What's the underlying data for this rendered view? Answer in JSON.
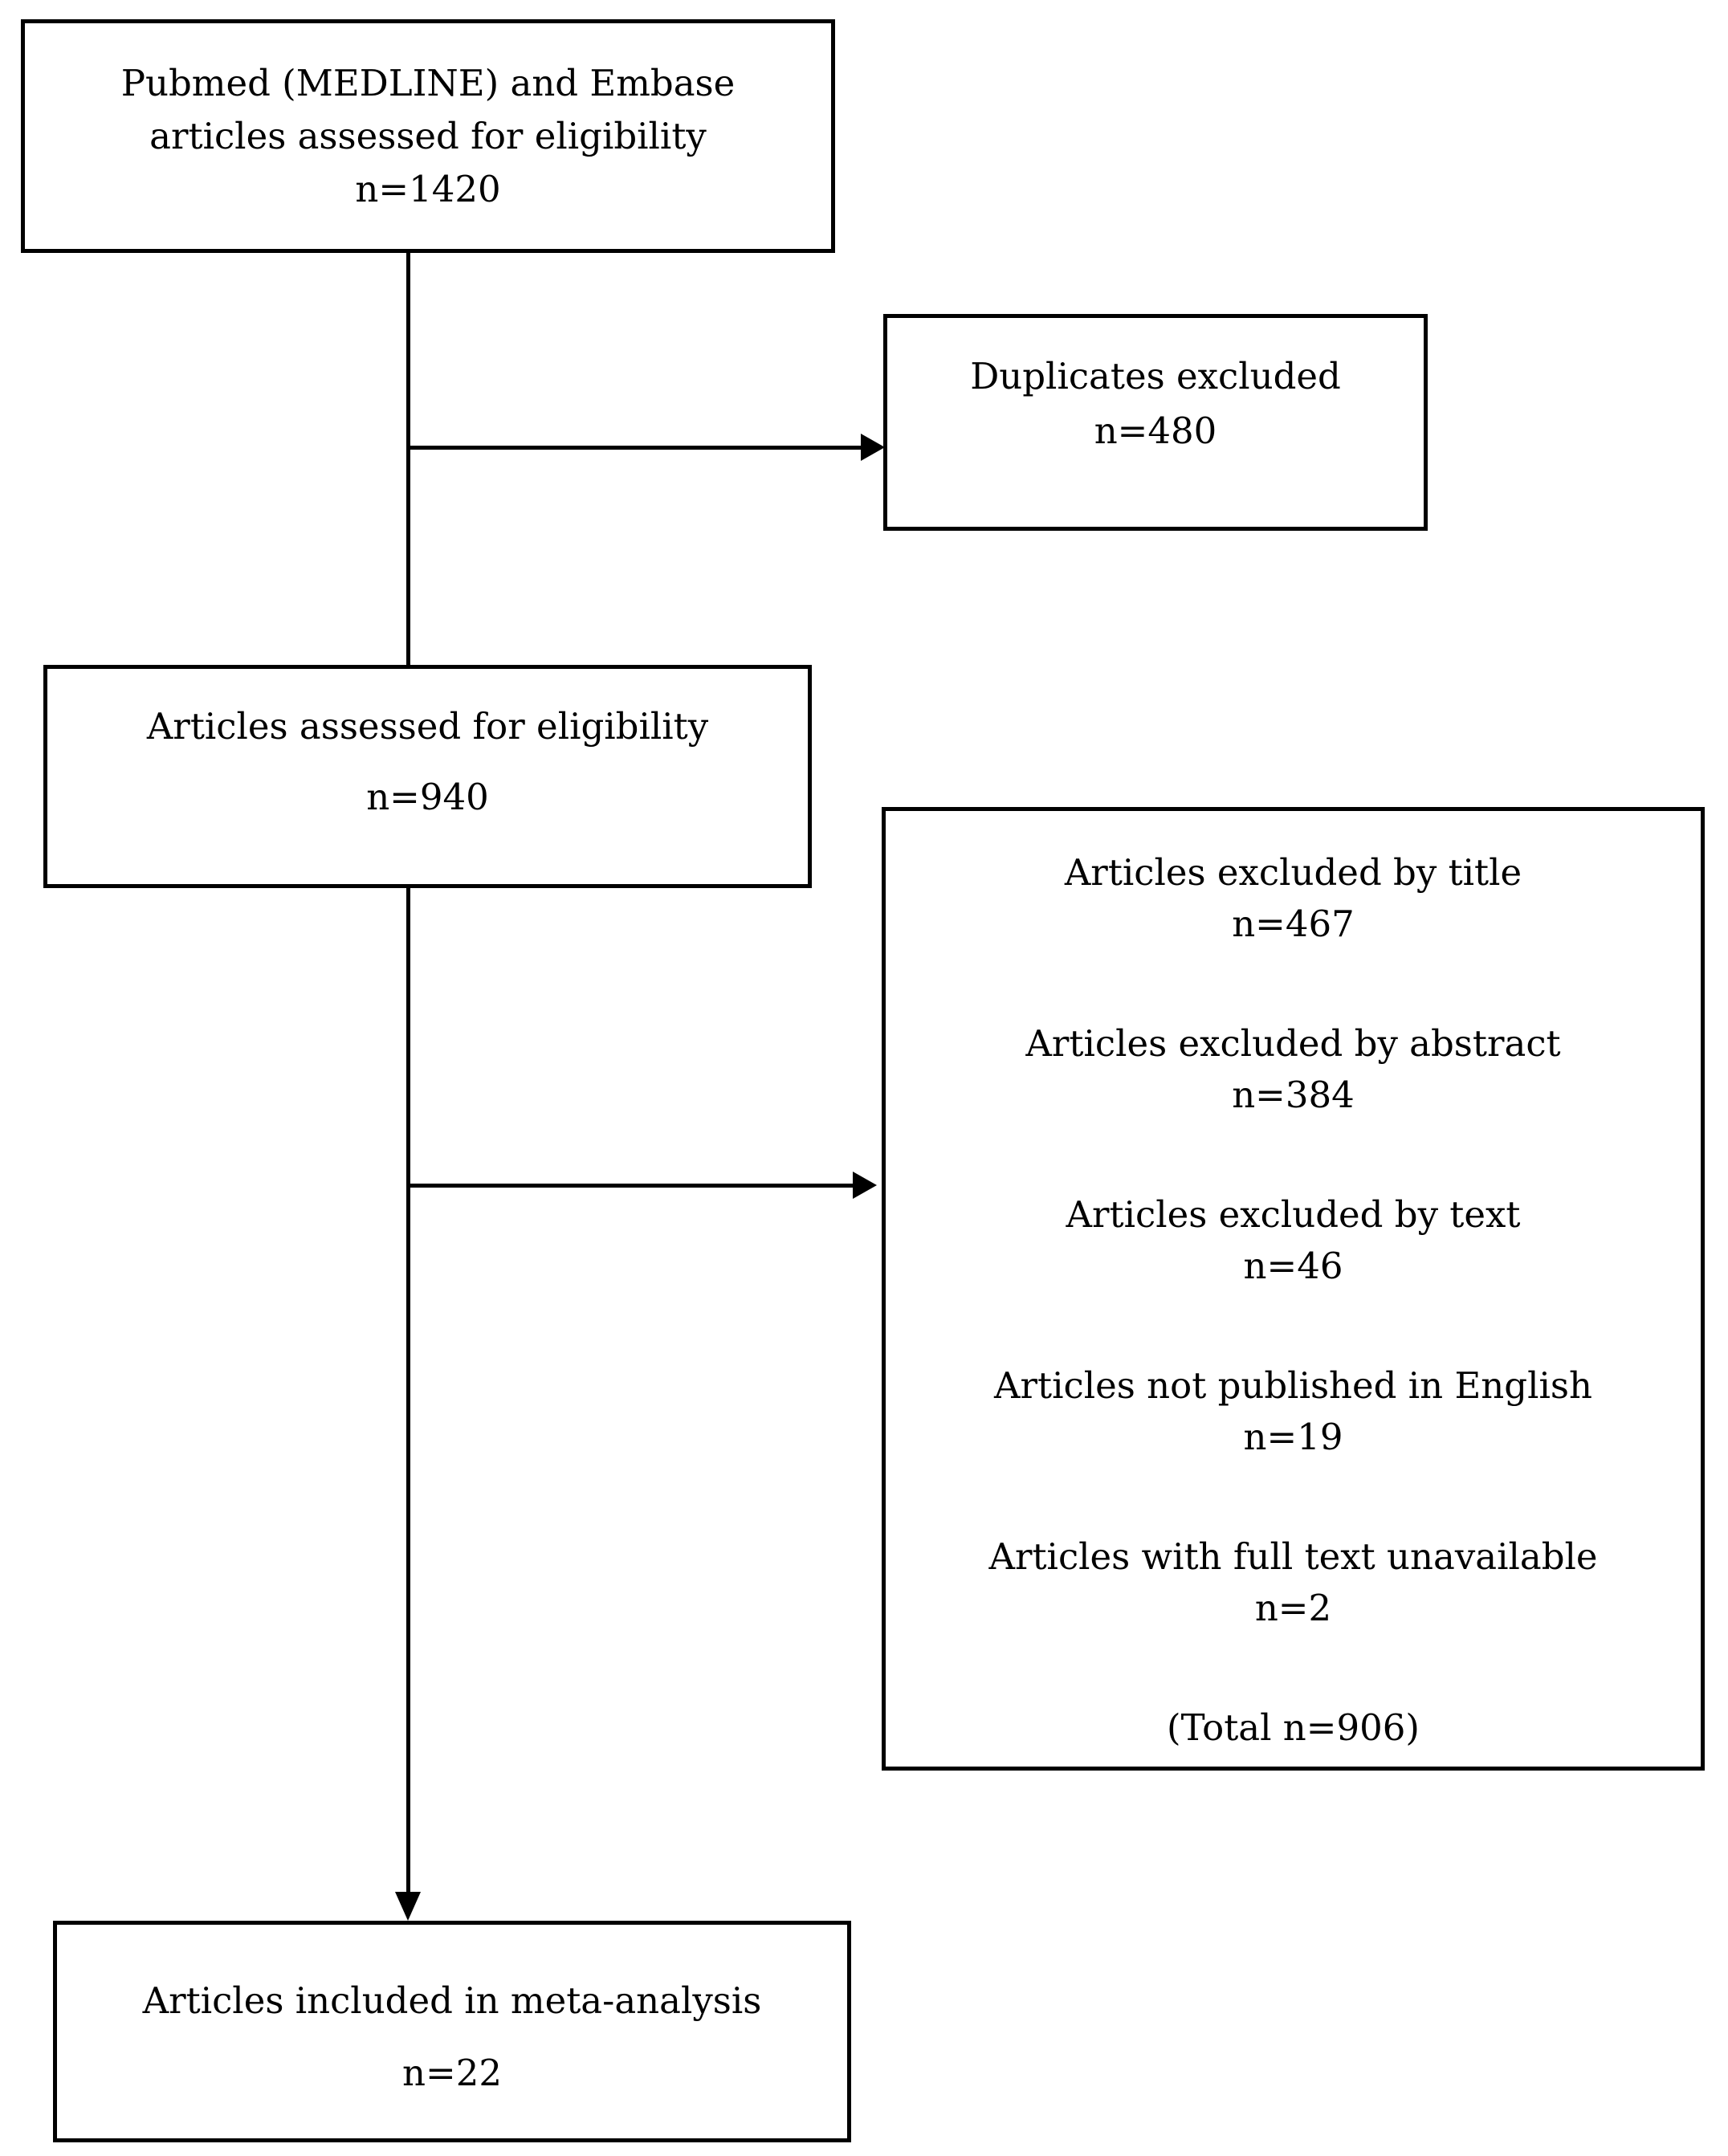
{
  "figure": {
    "background_color": "#ffffff",
    "border_color": "#000000",
    "text_color": "#000000"
  },
  "boxes": {
    "source": {
      "line1": "Pubmed (MEDLINE) and Embase",
      "line2": "articles assessed for eligibility",
      "count": "n=1420"
    },
    "duplicates": {
      "label": "Duplicates excluded",
      "count": "n=480"
    },
    "assessed": {
      "label": "Articles assessed for eligibility",
      "count": "n=940"
    },
    "exclusions": {
      "items": [
        {
          "label": "Articles excluded by title",
          "count": "n=467"
        },
        {
          "label": "Articles excluded by abstract",
          "count": "n=384"
        },
        {
          "label": "Articles excluded by text",
          "count": "n=46"
        },
        {
          "label": "Articles not published in English",
          "count": "n=19"
        },
        {
          "label": "Articles with full text unavailable",
          "count": "n=2"
        }
      ],
      "total": "(Total n=906)"
    },
    "included": {
      "label": "Articles included in meta-analysis",
      "count": "n=22"
    }
  }
}
